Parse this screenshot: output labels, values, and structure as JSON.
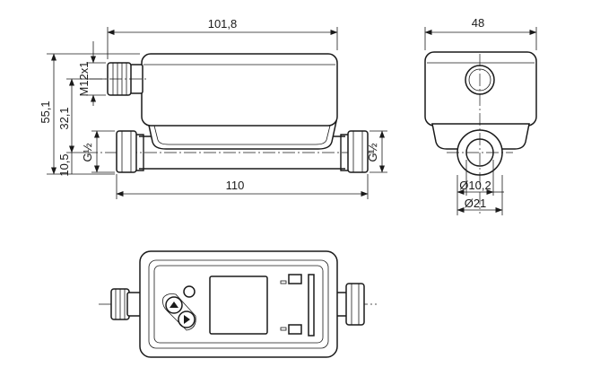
{
  "dimensions": {
    "length_top": "101,8",
    "width_right": "48",
    "overall_height": "55,1",
    "mid_height": "32,1",
    "thread_height": "10,5",
    "connector_thread": "M12x1",
    "pipe_thread_left": "G½",
    "pipe_thread_right": "G½",
    "overall_length": "110",
    "inner_diameter": "Ø10,2",
    "outer_diameter": "Ø21"
  }
}
